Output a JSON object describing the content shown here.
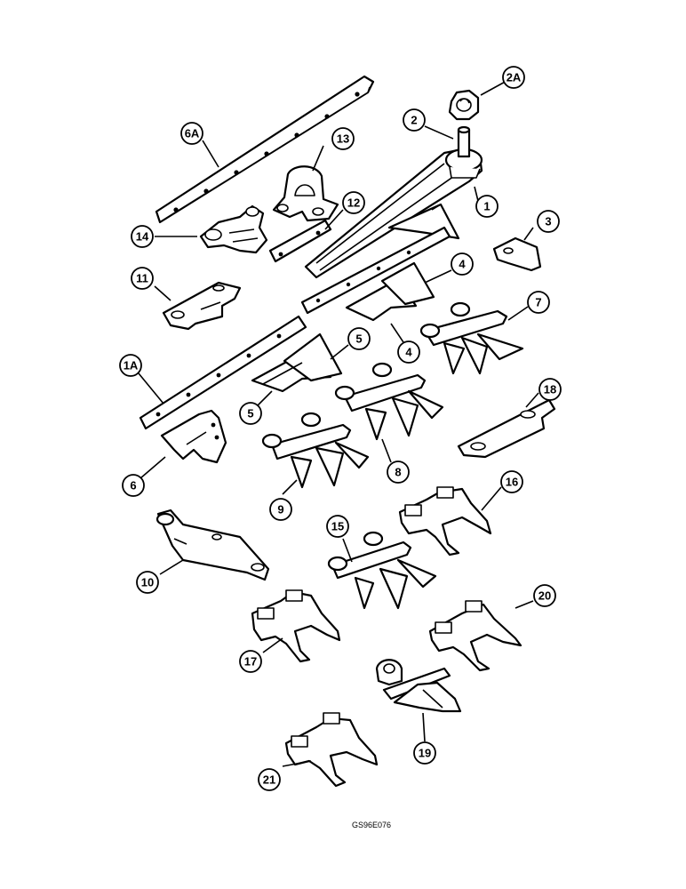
{
  "figure_code": "GS96E076",
  "callouts": [
    "1",
    "1A",
    "2",
    "2A",
    "3",
    "4",
    "5",
    "6",
    "6A",
    "7",
    "8",
    "9",
    "10",
    "11",
    "12",
    "13",
    "14",
    "15",
    "16",
    "17",
    "18",
    "19",
    "20",
    "21"
  ],
  "labels": {
    "c1": "1",
    "c1A": "1A",
    "c2": "2",
    "c2A": "2A",
    "c3": "3",
    "c4a": "4",
    "c4b": "4",
    "c5a": "5",
    "c5b": "5",
    "c6": "6",
    "c6A": "6A",
    "c7": "7",
    "c8": "8",
    "c9": "9",
    "c10": "10",
    "c11": "11",
    "c12": "12",
    "c13": "13",
    "c14": "14",
    "c15": "15",
    "c16": "16",
    "c17": "17",
    "c18": "18",
    "c19": "19",
    "c20": "20",
    "c21": "21"
  }
}
